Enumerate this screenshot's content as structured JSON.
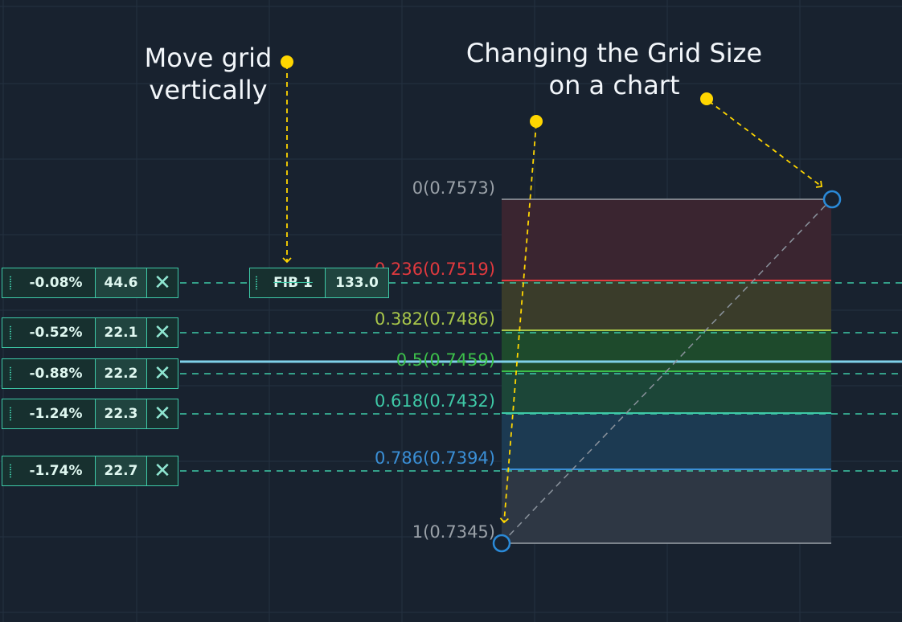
{
  "annotations": {
    "move_grid": [
      "Move grid",
      "vertically"
    ],
    "grid_size": [
      "Changing the Grid Size",
      "on a chart"
    ]
  },
  "orders": [
    {
      "pct": "-0.08%",
      "qty": "44.6"
    },
    {
      "pct": "-0.52%",
      "qty": "22.1"
    },
    {
      "pct": "-0.88%",
      "qty": "22.2"
    },
    {
      "pct": "-1.24%",
      "qty": "22.3"
    },
    {
      "pct": "-1.74%",
      "qty": "22.7"
    }
  ],
  "close_glyph": "✕",
  "fib_tag": {
    "name": "FIB 1",
    "value": "133.0"
  },
  "fib_levels": [
    {
      "ratio": "0",
      "price": "0.7573",
      "color": "#9aa1a8"
    },
    {
      "ratio": "0.236",
      "price": "0.7519",
      "color": "#e0393e"
    },
    {
      "ratio": "0.382",
      "price": "0.7486",
      "color": "#a8c64a"
    },
    {
      "ratio": "0.5",
      "price": "0.7459",
      "color": "#3cbf4a"
    },
    {
      "ratio": "0.618",
      "price": "0.7432",
      "color": "#3ec9a7"
    },
    {
      "ratio": "0.786",
      "price": "0.7394",
      "color": "#3a8fd6"
    },
    {
      "ratio": "1",
      "price": "0.7345",
      "color": "#9aa1a8"
    }
  ],
  "colors": {
    "background": "#18222f",
    "accent": "#3ec9a7",
    "annotation_dot": "#ffd600",
    "handle": "#2a8ad8",
    "current_price_line": "#7fd1ea"
  }
}
